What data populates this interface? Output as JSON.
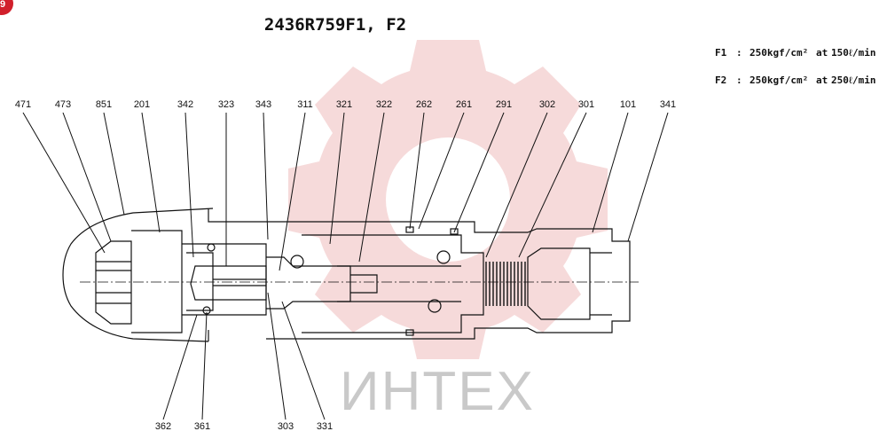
{
  "title": "2436R759F1, F2",
  "badge": "9",
  "specs": [
    {
      "code": "F1",
      "sep": ":",
      "value": "250kgf/cm²",
      "at": "at",
      "flow": "150ℓ/min"
    },
    {
      "code": "F2",
      "sep": ":",
      "value": "250kgf/cm²",
      "at": "at",
      "flow": "250ℓ/min"
    }
  ],
  "labels_top": [
    "471",
    "473",
    "851",
    "201",
    "342",
    "323",
    "343",
    "311",
    "321",
    "322",
    "262",
    "261",
    "291",
    "302",
    "301",
    "101",
    "341"
  ],
  "labels_bottom": [
    "362",
    "361",
    "303",
    "331"
  ],
  "watermark": "ИНТЕХ",
  "colors": {
    "line": "#111111",
    "watermark": "#f2c9c9",
    "watermark_text": "#c4c4c4",
    "badge": "#d11f2b"
  }
}
